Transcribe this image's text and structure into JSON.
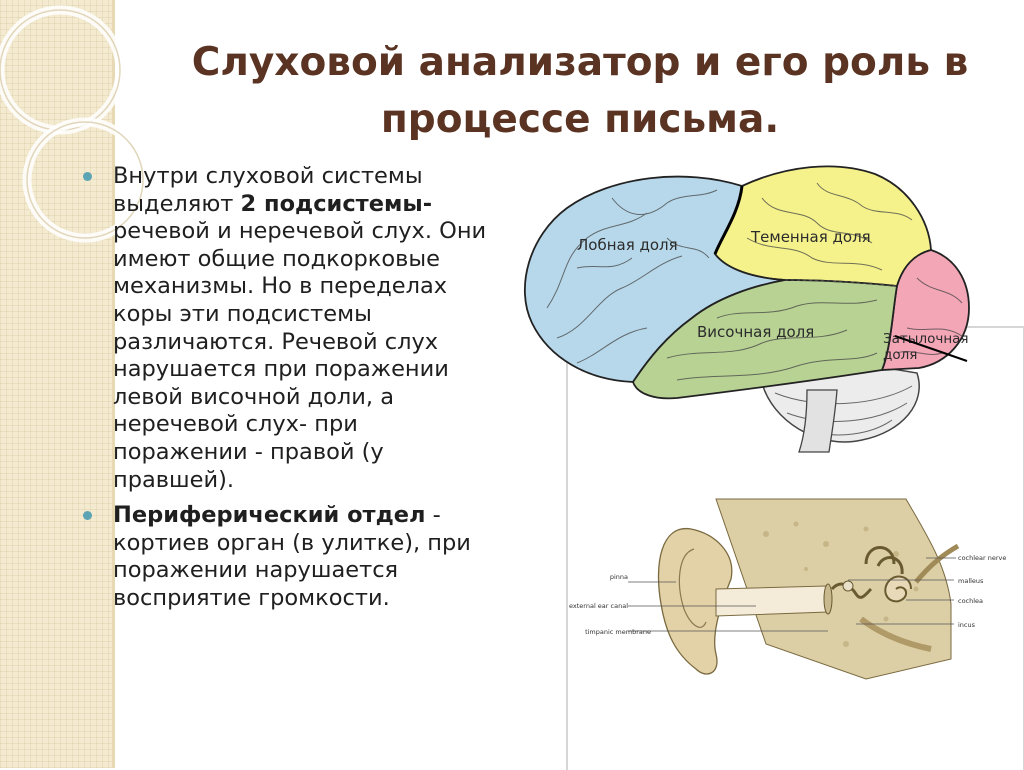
{
  "slide": {
    "title": "Слуховой анализатор и его роль в процессе письма.",
    "colors": {
      "title": "#5a3322",
      "bullet": "#5aa4b4",
      "background_strip": "#f3ead0"
    }
  },
  "bullets": [
    {
      "text_before": "Внутри слуховой системы выделяют ",
      "bold": "2 подсистемы-",
      "text_after": " речевой и неречевой слух. Они имеют общие подкорковые механизмы. Но в переделах коры эти подсистемы различаются. Речевой слух нарушается при поражении левой височной доли, а неречевой слух- при поражении  - правой (у правшей)."
    },
    {
      "text_before": "",
      "bold": "Периферический отдел",
      "text_after": " - кортиев орган (в улитке), при поражении нарушается восприятие громкости."
    }
  ],
  "brain_diagram": {
    "labels": {
      "frontal": "Лобная доля",
      "parietal": "Теменная доля",
      "temporal": "Височная доля",
      "occipital_line1": "Затылочная",
      "occipital_line2": "доля"
    },
    "colors": {
      "frontal": "#b7d8ea",
      "parietal": "#f5f28c",
      "temporal": "#b8d294",
      "occipital": "#f3a6b6"
    }
  },
  "ear_diagram": {
    "labels": {
      "pinna": "pinna",
      "external_ear_canal": "external ear canal",
      "timpanic_membrane": "timpanic membrane",
      "cochlear_nerve": "cochlear nerve",
      "malleus": "malleus",
      "cochlea": "cochlea",
      "incus": "incus"
    }
  }
}
